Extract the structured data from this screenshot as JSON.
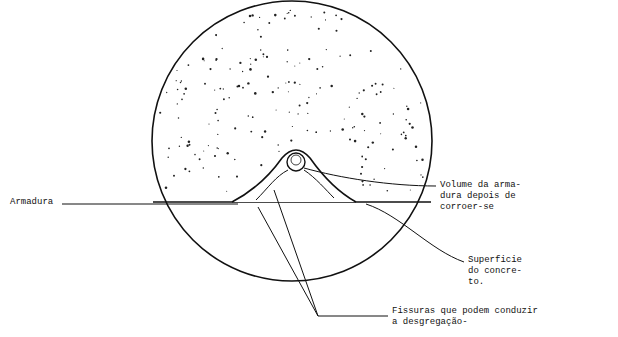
{
  "diagram": {
    "labels": [
      "Armadura",
      "Volume da arma- dura depois de corroer-se",
      "Superficie do concre- to.",
      "Fissuras que podem conduzir a desgregação-"
    ]
  }
}
